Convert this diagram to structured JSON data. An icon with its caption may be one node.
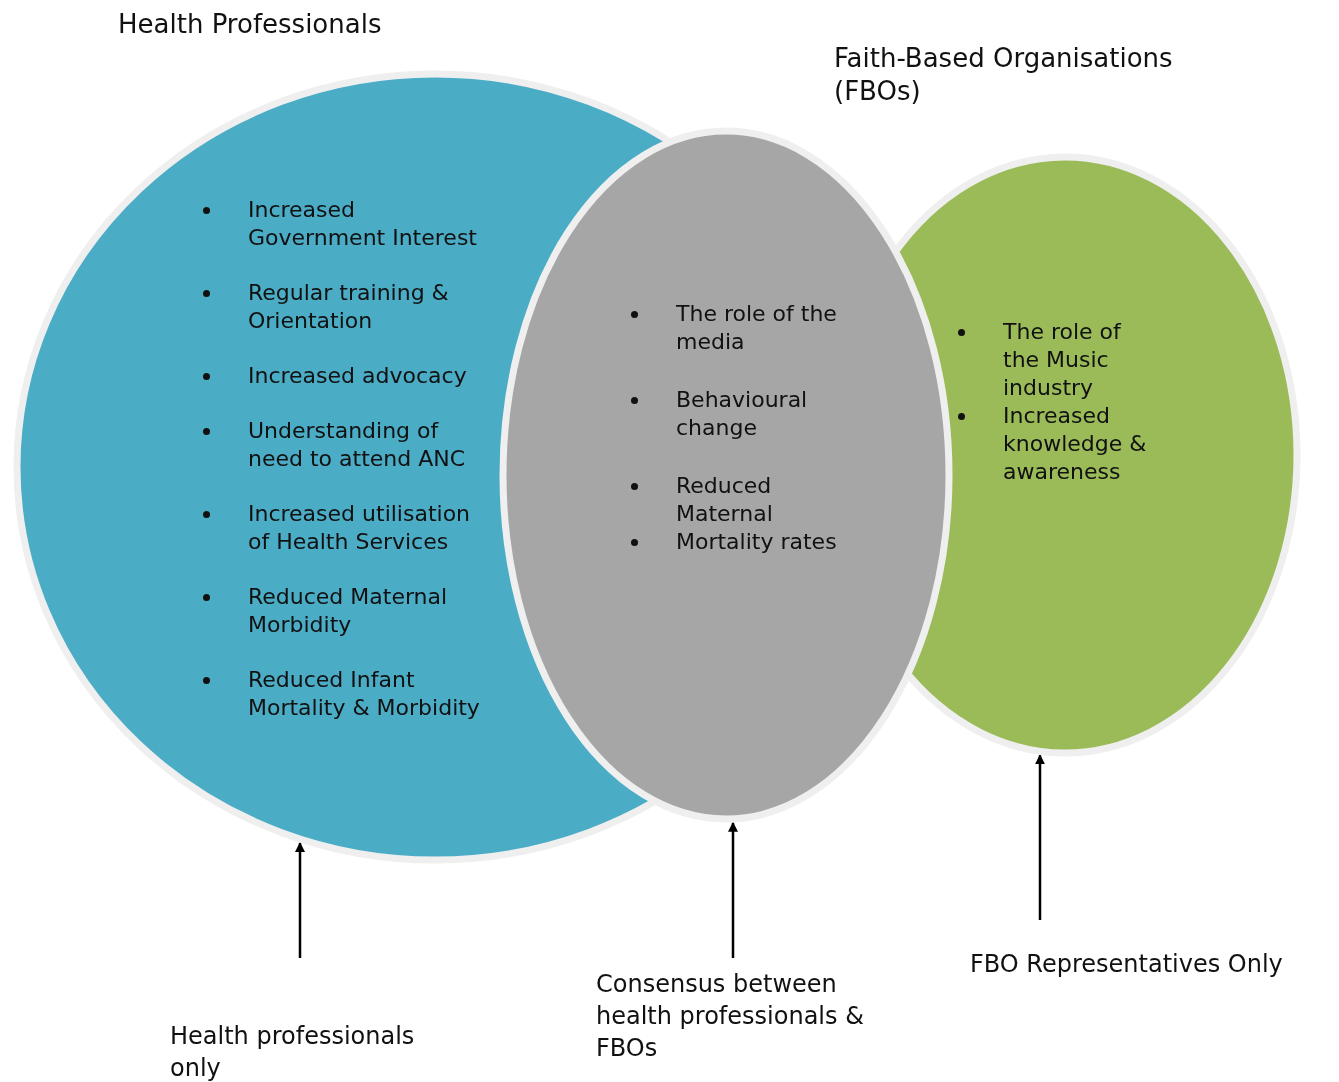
{
  "diagram": {
    "nodes": [
      {
        "text": [
          "Health Professionals",
          "Increased Government Interest",
          "Regular training & Orientation",
          "Increased advocacy",
          "Understanding of need to attend ANC",
          "Increased utilisation of Health Services",
          "Reduced Maternal Morbidity",
          "Reduced Infant Mortality & Morbidity"
        ]
      },
      {
        "text": [
          "The role of the media",
          "Behavioural change",
          "Reduced Maternal",
          "Mortality rates"
        ]
      },
      {
        "text": [
          "Faith-Based Organisations (FBOs)",
          "The role of the Music industry",
          "Increased knowledge & awareness"
        ]
      },
      {
        "text": [
          "Health professionals only"
        ]
      },
      {
        "text": [
          "Consensus between health professionals & FBOs"
        ]
      },
      {
        "text": [
          "FBO Representatives Only"
        ]
      }
    ],
    "edges": [
      {
        "from": 3,
        "to": 0,
        "arrow": "to"
      },
      {
        "from": 4,
        "to": 1,
        "arrow": "to"
      },
      {
        "from": 5,
        "to": 2,
        "arrow": "to"
      }
    ]
  }
}
